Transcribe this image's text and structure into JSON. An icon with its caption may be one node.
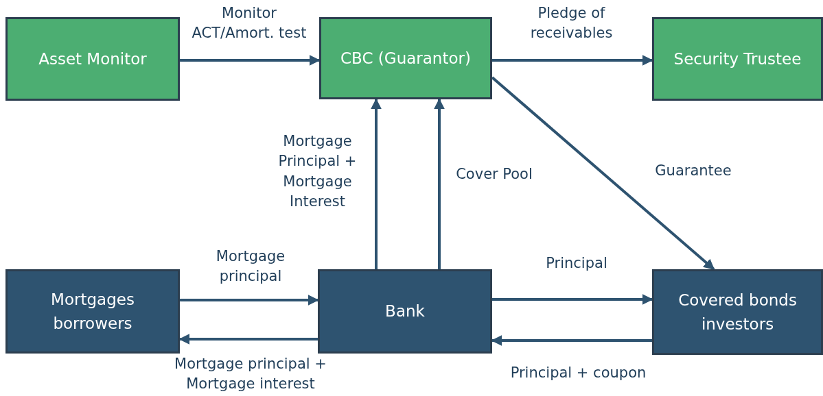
{
  "diagram": {
    "nodes": [
      {
        "text": [
          "Asset Monitor"
        ]
      },
      {
        "text": [
          "CBC (Guarantor)"
        ]
      },
      {
        "text": [
          "Security Trustee"
        ]
      },
      {
        "text": [
          "Mortgages borrowers"
        ]
      },
      {
        "text": [
          "Bank"
        ]
      },
      {
        "text": [
          "Covered bonds investors"
        ]
      }
    ],
    "edges": [
      {
        "from": 0,
        "to": 1,
        "arrow": "to",
        "label": "Monitor ACT/Amort. test"
      },
      {
        "from": 1,
        "to": 2,
        "arrow": "to",
        "label": "Pledge of receivables"
      },
      {
        "from": 4,
        "to": 1,
        "arrow": "to",
        "label": "Mortgage Principal + Mortgage Interest"
      },
      {
        "from": 4,
        "to": 1,
        "arrow": "to",
        "label": "Cover Pool"
      },
      {
        "from": 1,
        "to": 5,
        "arrow": "to",
        "label": "Guarantee"
      },
      {
        "from": 3,
        "to": 4,
        "arrow": "to",
        "label": "Mortgage principal"
      },
      {
        "from": 4,
        "to": 3,
        "arrow": "to",
        "label": "Mortgage principal + Mortgage interest"
      },
      {
        "from": 4,
        "to": 5,
        "arrow": "to",
        "label": "Principal"
      },
      {
        "from": 5,
        "to": 4,
        "arrow": "to",
        "label": "Principal + coupon"
      }
    ]
  }
}
